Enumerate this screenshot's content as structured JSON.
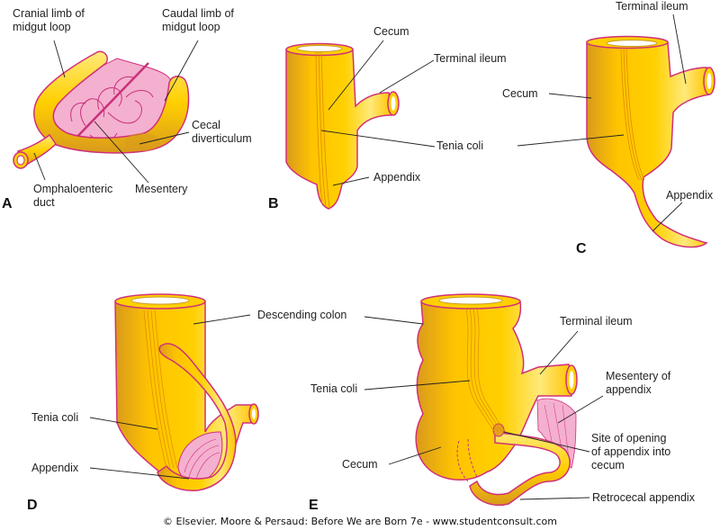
{
  "figure": {
    "footer": "© Elsevier. Moore & Persaud: Before We are Born 7e - www.studentconsult.com",
    "colors": {
      "gut_fill": "#ffd000",
      "gut_shadow": "#d99a1c",
      "gut_highlight": "#ffe97a",
      "outline": "#d0307a",
      "mesentery": "#f4b0cf",
      "mesentery_vessel": "#c8327a",
      "leader_line": "#222222"
    },
    "panels": {
      "A": {
        "letter": "A",
        "labels": {
          "cranial_1": "Cranial limb of",
          "cranial_2": "midgut loop",
          "caudal_1": "Caudal limb of",
          "caudal_2": "midgut loop",
          "cecal_1": "Cecal",
          "cecal_2": "diverticulum",
          "omph_1": "Omphaloenteric",
          "omph_2": "duct",
          "mesentery": "Mesentery"
        }
      },
      "B": {
        "letter": "B",
        "labels": {
          "cecum": "Cecum",
          "terminal_ileum": "Terminal ileum",
          "appendix": "Appendix"
        }
      },
      "BC_shared": {
        "tenia_coli": "Tenia coli"
      },
      "C": {
        "letter": "C",
        "labels": {
          "terminal_ileum": "Terminal ileum",
          "cecum": "Cecum",
          "appendix": "Appendix"
        }
      },
      "D": {
        "letter": "D",
        "labels": {
          "tenia_coli": "Tenia coli",
          "appendix": "Appendix"
        }
      },
      "DE_shared": {
        "descending_colon": "Descending colon"
      },
      "E": {
        "letter": "E",
        "labels": {
          "terminal_ileum": "Terminal ileum",
          "tenia_coli": "Tenia coli",
          "mesentery_1": "Mesentery of",
          "mesentery_2": "appendix",
          "site_1": "Site of opening",
          "site_2": "of appendix into",
          "site_3": "cecum",
          "cecum": "Cecum",
          "retrocecal": "Retrocecal appendix"
        }
      }
    }
  }
}
